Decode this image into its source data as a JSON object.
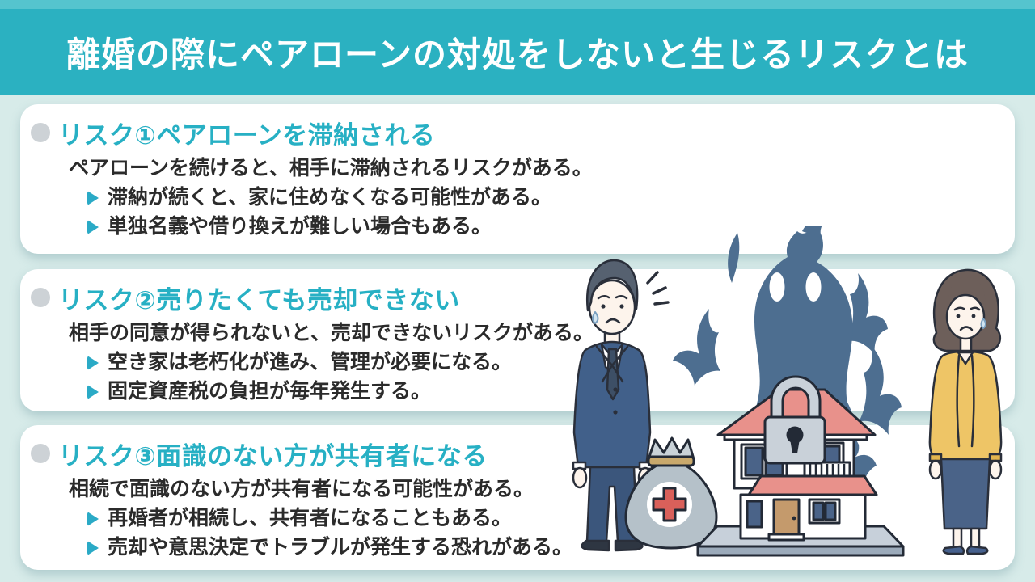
{
  "title": "離婚の際にペアローンの対処をしないと生じるリスクとは",
  "cards": [
    {
      "heading": "リスク①ペアローンを滞納される",
      "lead": "ペアローンを続けると、相手に滞納されるリスクがある。",
      "points": [
        "滞納が続くと、家に住めなくなる可能性がある。",
        "単独名義や借り換えが難しい場合もある。"
      ]
    },
    {
      "heading": "リスク②売りたくても売却できない",
      "lead": "相手の同意が得られないと、売却できないリスクがある。",
      "points": [
        "空き家は老朽化が進み、管理が必要になる。",
        "固定資産税の負担が毎年発生する。"
      ]
    },
    {
      "heading": "リスク③面識のない方が共有者になる",
      "lead": "相続で面識のない方が共有者になる可能性がある。",
      "points": [
        "再婚者が相続し、共有者になることもある。",
        "売却や意思決定でトラブルが発生する恐れがある。"
      ]
    }
  ],
  "illustration": {
    "elements": [
      "worried-man",
      "money-bag-with-red-cross",
      "shadow-ghost",
      "house-with-padlock",
      "worried-woman"
    ]
  },
  "colors": {
    "header_teal": "#2BB1C1",
    "header_top_strip": "#55C4CE",
    "background": "#D7EBE9",
    "card_background": "#FFFFFF",
    "accent_teal": "#27B0C4",
    "body_text": "#2B2B2B",
    "bullet_gray": "#CDD2D6",
    "ghost_blue": "#4D6E90",
    "roof_red": "#E8918B",
    "suit_navy": "#41608A",
    "cardigan_yellow": "#EEC566",
    "cross_red": "#D9605A"
  }
}
